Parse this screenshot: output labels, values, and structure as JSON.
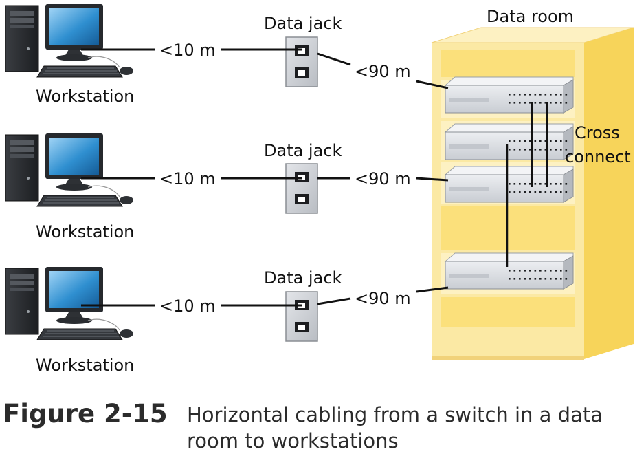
{
  "labels": {
    "workstation": "Workstation",
    "data_jack": "Data jack",
    "short_run": "<10 m",
    "long_run": "<90 m",
    "data_room": "Data room",
    "cross_connect_line1": "Cross",
    "cross_connect_line2": "connect"
  },
  "caption": {
    "figure_number": "Figure 2-15",
    "text": "Horizontal cabling from a switch in a data room to workstations"
  },
  "colors": {
    "rack": "#fbe9a4",
    "rack_side": "#f7d45a",
    "switch": "#dcdfe4",
    "jack_plate": "#d3d6db",
    "monitor_screen": "#2f8fd0",
    "cable": "#111111"
  }
}
